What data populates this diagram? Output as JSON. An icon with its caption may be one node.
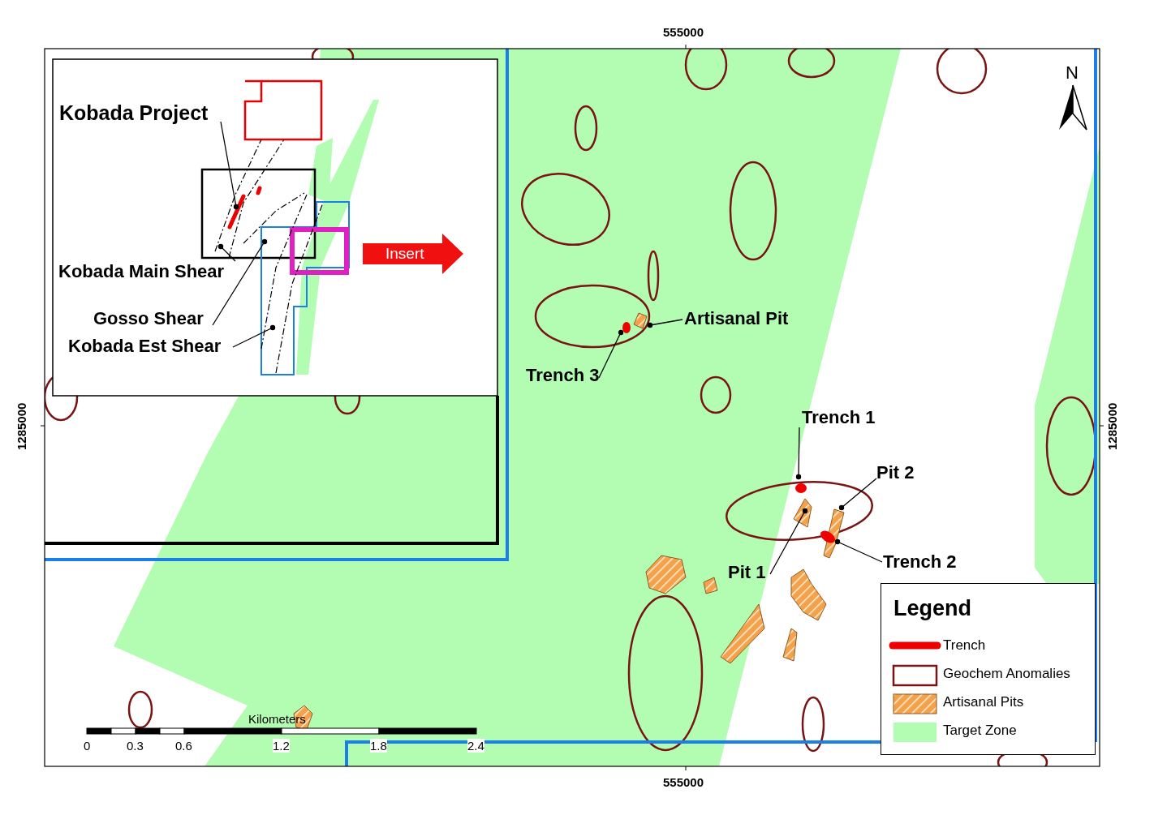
{
  "diagram": {
    "nodes": [
      {
        "text": [
          "Kobada Project"
        ]
      },
      {
        "text": [
          "Kobada Main Shear"
        ]
      },
      {
        "text": [
          "Gosso Shear"
        ]
      },
      {
        "text": [
          "Kobada Est Shear"
        ]
      },
      {
        "text": [
          "Artisanal Pit"
        ]
      },
      {
        "text": [
          "Trench 3"
        ]
      },
      {
        "text": [
          "Trench 1"
        ]
      },
      {
        "text": [
          "Pit 2"
        ]
      },
      {
        "text": [
          "Pit 1"
        ]
      },
      {
        "text": [
          "Trench 2"
        ]
      }
    ],
    "edges": [
      {
        "from": 0,
        "to": null,
        "arrow": "other"
      },
      {
        "from": 1,
        "to": null,
        "arrow": "other"
      },
      {
        "from": 2,
        "to": null,
        "arrow": "other"
      },
      {
        "from": 3,
        "to": null,
        "arrow": "other"
      },
      {
        "from": 4,
        "to": null,
        "arrow": "other"
      },
      {
        "from": 5,
        "to": null,
        "arrow": "other"
      },
      {
        "from": 6,
        "to": null,
        "arrow": "other"
      },
      {
        "from": 7,
        "to": null,
        "arrow": "other"
      },
      {
        "from": 8,
        "to": null,
        "arrow": "other"
      },
      {
        "from": 9,
        "to": null,
        "arrow": "other"
      }
    ],
    "labels": [
      "555000",
      "N",
      "1285000",
      "1285000",
      "Insert",
      "Legend",
      "Kilometers",
      "0",
      "0.3",
      "0.6",
      "1.2",
      "1.8",
      "2.4",
      "555000"
    ],
    "legend": [
      {
        "text": "Trench"
      },
      {
        "text": "Geochem Anomalies"
      },
      {
        "text": "Artisanal Pits"
      },
      {
        "text": "Target Zone",
        "color": "#b3fdb3"
      }
    ]
  }
}
